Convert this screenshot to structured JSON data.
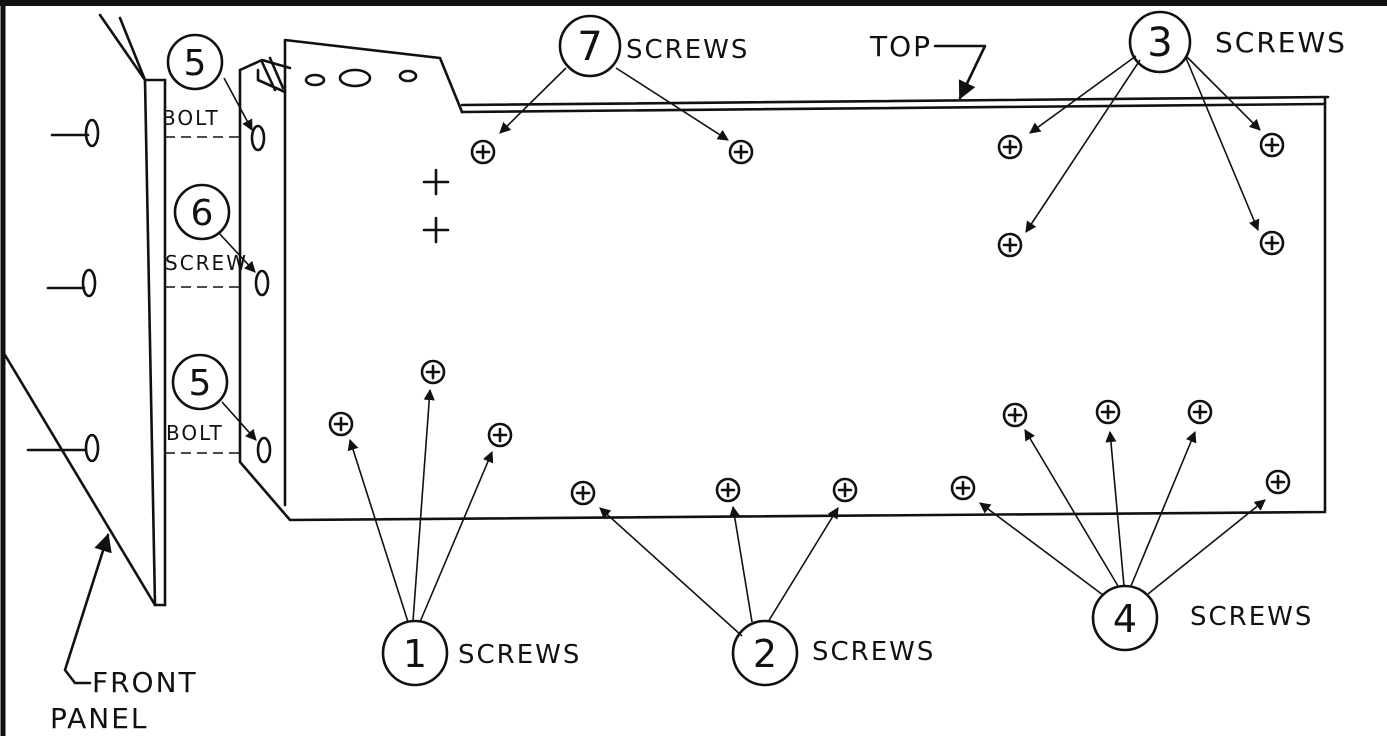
{
  "callouts": [
    {
      "number": "7",
      "label": "SCREWS"
    },
    {
      "number": "3",
      "label": "SCREWS"
    },
    {
      "number": "5",
      "label": "BOLT"
    },
    {
      "number": "6",
      "label": "SCREW"
    },
    {
      "number": "5",
      "label": "BOLT"
    },
    {
      "number": "1",
      "label": "SCREWS"
    },
    {
      "number": "2",
      "label": "SCREWS"
    },
    {
      "number": "4",
      "label": "SCREWS"
    }
  ],
  "labels": {
    "top": "TOP",
    "front_panel_line1": "FRONT",
    "front_panel_line2": "PANEL"
  }
}
